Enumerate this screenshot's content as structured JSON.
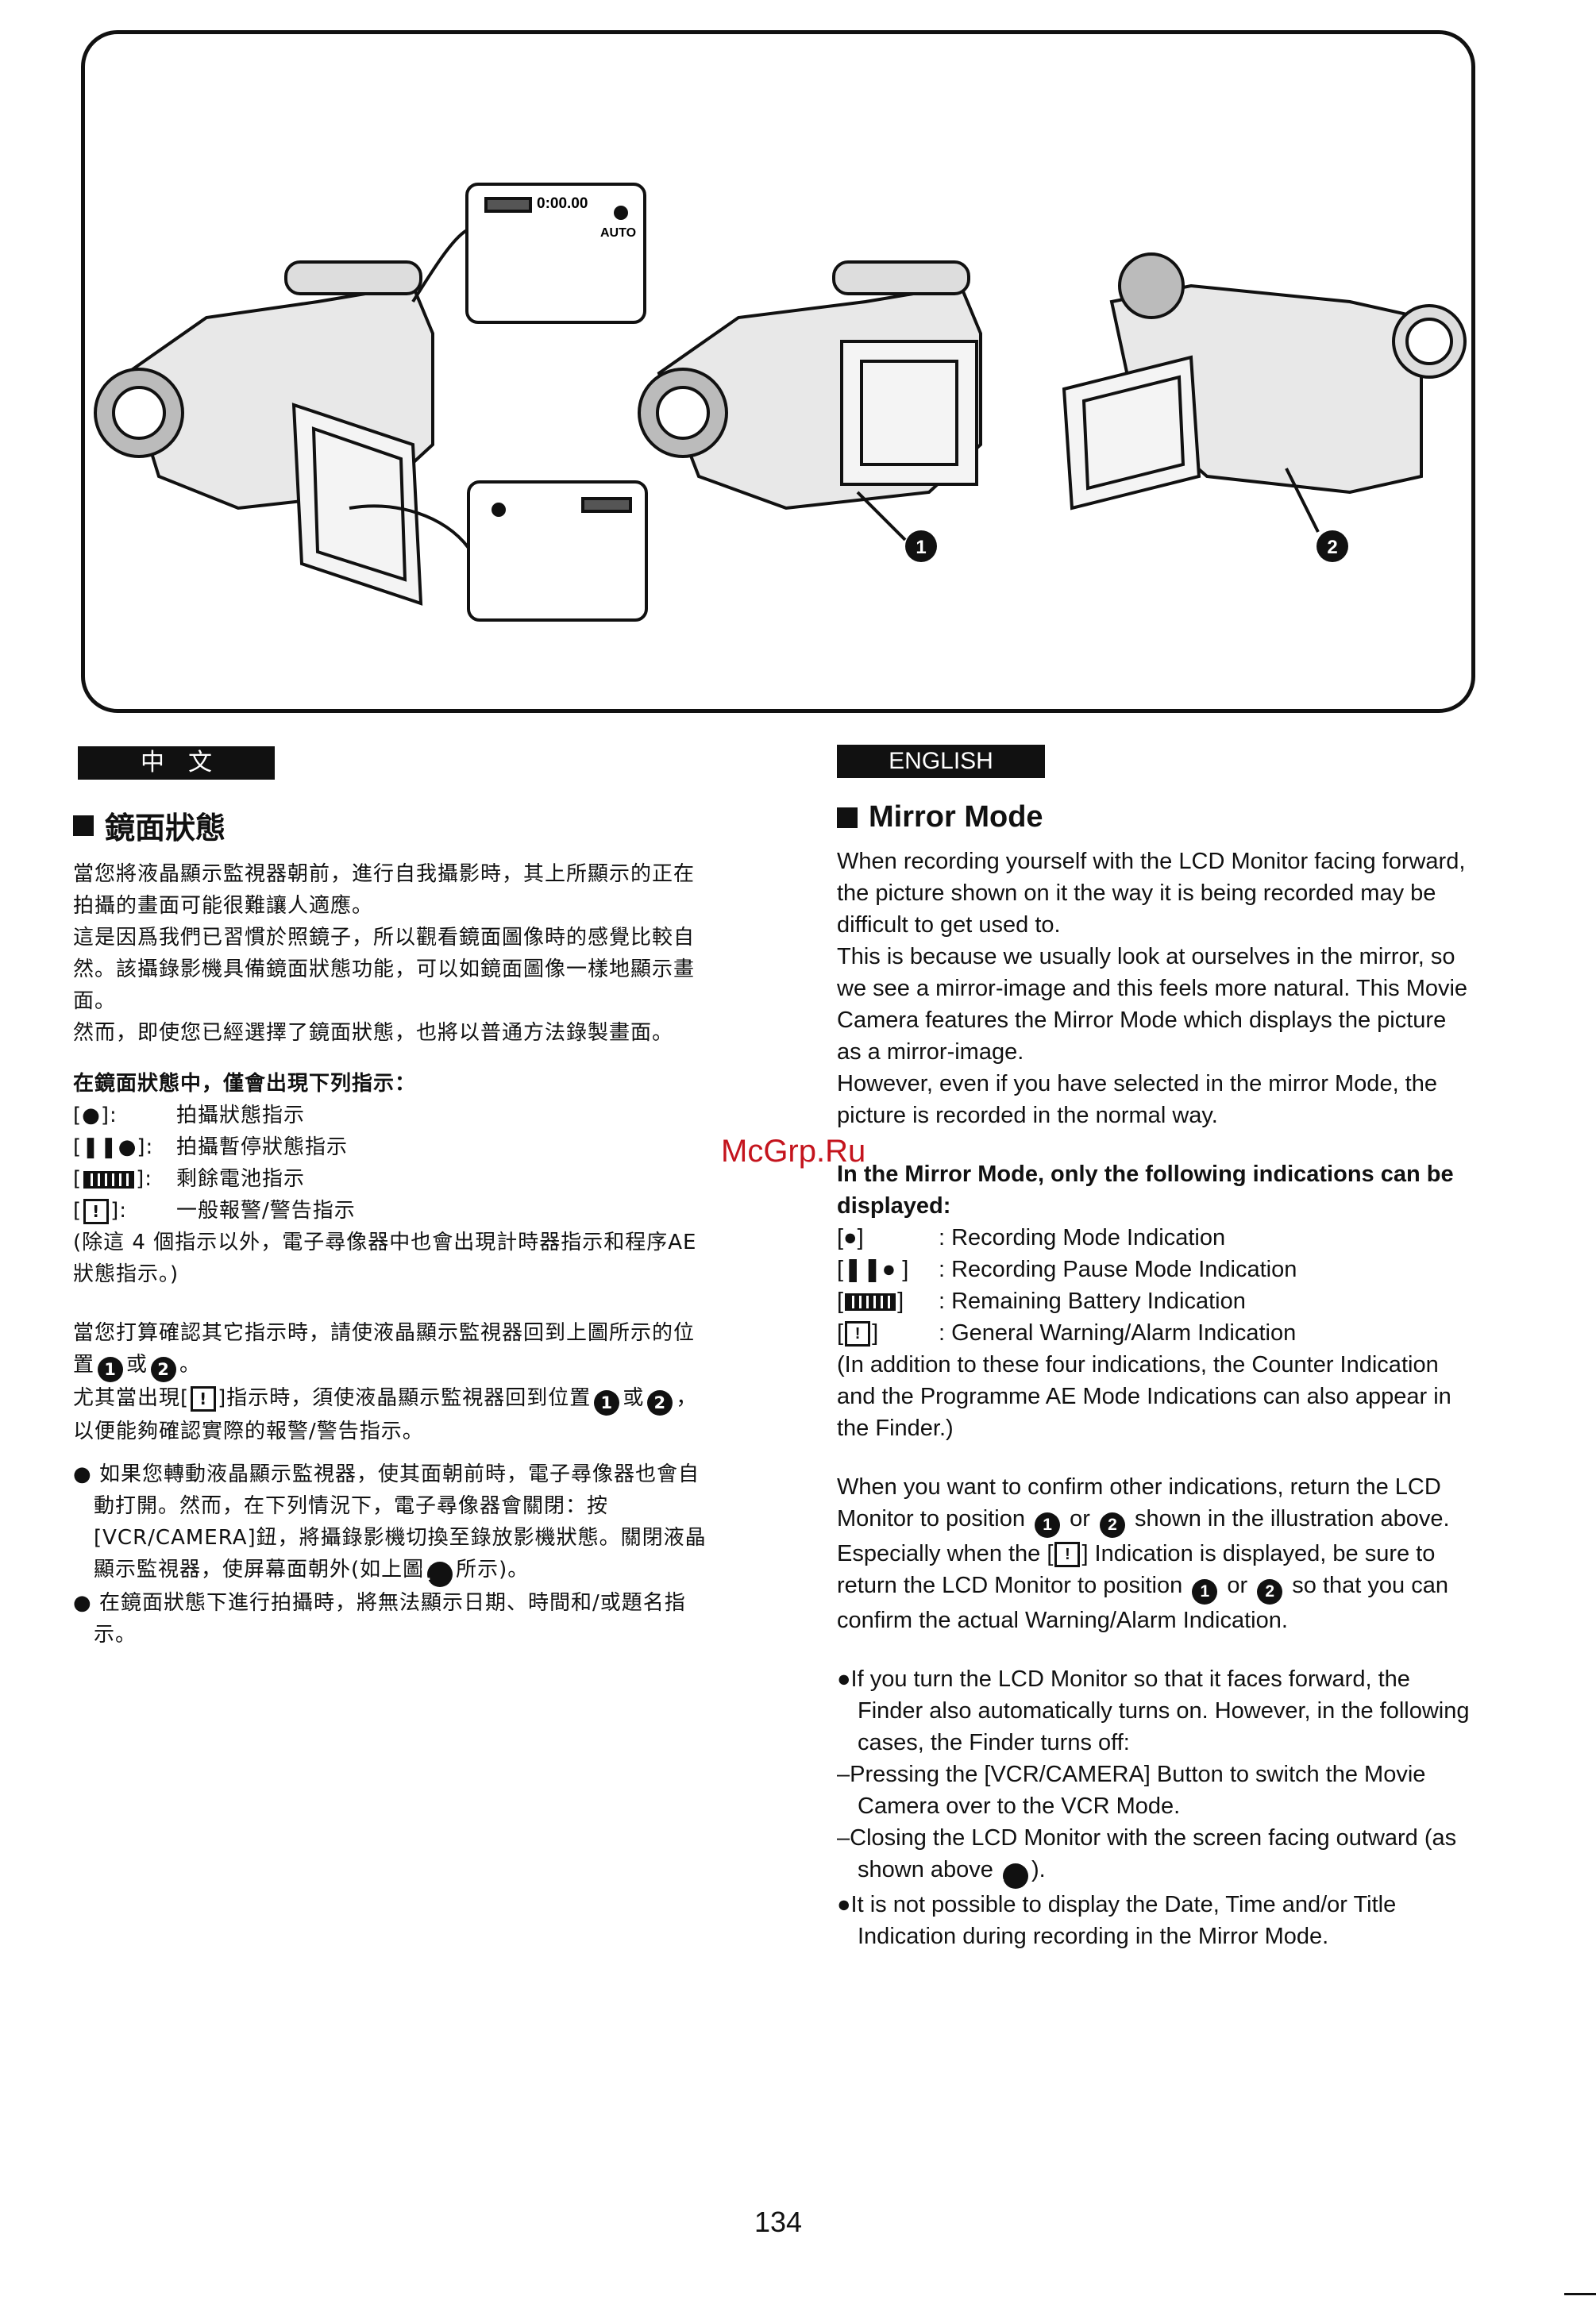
{
  "illustration": {
    "screen_top": {
      "time": "0:00.00",
      "mode": "AUTO"
    },
    "callouts": [
      "1",
      "2"
    ]
  },
  "zh": {
    "tag": "中　文",
    "heading": "鏡面狀態",
    "p1": "當您將液晶顯示監視器朝前，進行自我攝影時，其上所顯示的正在拍攝的畫面可能很難讓人適應。",
    "p2": "這是因爲我們已習慣於照鏡子，所以觀看鏡面圖像時的感覺比較自然。該攝錄影機具備鏡面狀態功能，可以如鏡面圖像一樣地顯示畫面。",
    "p3": "然而，即使您已經選擇了鏡面狀態，也將以普通方法錄製畫面。",
    "list_title": "在鏡面狀態中，僅會出現下列指示：",
    "items": [
      {
        "sym": "[●]:",
        "text": "拍攝狀態指示"
      },
      {
        "sym": "[❚❚●]:",
        "text": "拍攝暫停狀態指示"
      },
      {
        "sym": "]:",
        "text": "剩餘電池指示"
      },
      {
        "sym": "]:",
        "text": "一般報警/警告指示"
      }
    ],
    "note": "(除這 4 個指示以外，電子尋像器中也會出現計時器指示和程序AE狀態指示。)",
    "p4a": "當您打算確認其它指示時，請使液晶顯示監視器回到上圖所示的位置",
    "p4b": "或",
    "p4c": "。",
    "p5a": "尤其當出現[",
    "p5b": "]指示時，須使液晶顯示監視器回到位置",
    "p5c": "或",
    "p5d": "，以便能夠確認實際的報警/警告指示。",
    "b1a": "● 如果您轉動液晶顯示監視器，使其面朝前時，電子尋像器也會自動打開。然而，在下列情況下，電子尋像器會關閉：按[VCR/CAMERA]鈕，將攝錄影機切換至錄放影機狀態。關閉液晶顯示監視器，使屏幕面朝外(如上圖",
    "b1b": "所示)。",
    "b2": "● 在鏡面狀態下進行拍攝時，將無法顯示日期、時間和/或題名指示。"
  },
  "en": {
    "tag": "ENGLISH",
    "heading": "Mirror Mode",
    "p1": "When recording yourself with the LCD Monitor facing forward, the picture shown on it the way it is being recorded may be difficult to get used to.",
    "p2": "This is because we usually look at ourselves in the mirror, so we see a mirror-image and this feels more natural. This Movie Camera features the Mirror Mode which displays the picture as a mirror-image.",
    "p3": "However, even if you have selected in the mirror Mode, the picture is recorded in the normal way.",
    "list_title": "In the Mirror Mode, only the following indications can be displayed:",
    "items": [
      {
        "sym": "[●]",
        "text": ": Recording Mode Indication"
      },
      {
        "sym": "[❚❚● ]",
        "text": ": Recording Pause Mode Indication"
      },
      {
        "sym": "]",
        "text": ": Remaining Battery Indication"
      },
      {
        "sym": "]",
        "text": ": General Warning/Alarm Indication"
      }
    ],
    "note": "(In addition to these four indications, the Counter Indication and the Programme AE Mode Indications can also appear in the Finder.)",
    "p4a": "When you want to confirm other indications, return the LCD Monitor to position",
    "p4b": "or",
    "p4c": "shown in the illustration above.",
    "p5a": "Especially when the [",
    "p5b": "] Indication is displayed, be sure to return the LCD Monitor to position",
    "p5c": "or",
    "p5d": "so that you can confirm the actual Warning/Alarm Indication.",
    "b1": "●If you turn the LCD Monitor so that it faces forward, the Finder also automatically turns on. However, in the following cases, the Finder turns off:",
    "d1": "–Pressing the [VCR/CAMERA] Button to switch the Movie Camera over to the VCR Mode.",
    "d2a": "–Closing the LCD Monitor with the screen facing outward (as shown above",
    "d2b": ").",
    "b2": "●It is not possible to display the Date, Time and/or Title Indication during recording in the Mirror Mode."
  },
  "watermark": "McGrp.Ru",
  "page_number": "134",
  "num1": "1",
  "num2": "2",
  "warn_glyph": "!"
}
